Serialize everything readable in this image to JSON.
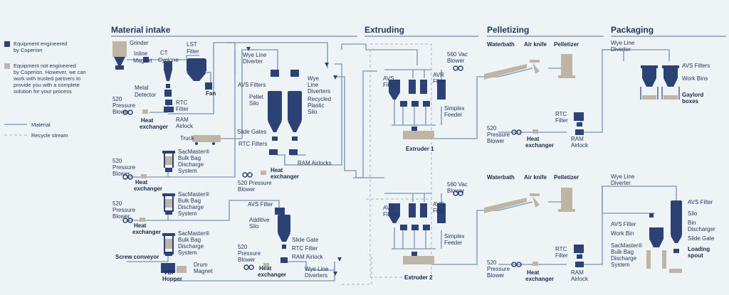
{
  "legend": {
    "coperion": [
      "Equipment engineered",
      "by Coperion"
    ],
    "partners": [
      "Equipment not engineered",
      "by Coperion. However, we can",
      "work with trusted partners to",
      "provide you with a complete",
      "solution for your process"
    ],
    "material": "Material",
    "recycle": "Recycle stream"
  },
  "sections": {
    "intake": "Material intake",
    "extruding": "Extruding",
    "pelletizing": "Pelletizing",
    "packaging": "Packaging"
  },
  "colors": {
    "coperion": "#2d4274",
    "partner": "#bfb5a6",
    "material": "#8aa3c2",
    "recycle": "#a6b4c6"
  },
  "labels": {
    "grinder": "Grinder",
    "inline_magnet": [
      "Inline",
      "Magnet"
    ],
    "ct_cyclone": [
      "CT",
      "Cyclone"
    ],
    "lst_filter": [
      "LST",
      "Filter"
    ],
    "metal_detector": [
      "Metal",
      "Detector"
    ],
    "fan": "Fan",
    "blower_520_a": [
      "520",
      "Pressure",
      "Blower"
    ],
    "rtc_filter_a": [
      "RTC",
      "Filter"
    ],
    "heat_exchanger_a": [
      "Heat",
      "exchanger"
    ],
    "ram_airlock_a": [
      "RAM",
      "Airlock"
    ],
    "truck": "Truck",
    "wye_line_diverter_a": [
      "Wye Line",
      "Diverter"
    ],
    "avs_filters_a": "AVS Filters",
    "pellet_silo": [
      "Pellet",
      "Silo"
    ],
    "wye_line_diverters_b": [
      "Wye",
      "Line",
      "Diverters"
    ],
    "recycled_silo": [
      "Recycled",
      "Plastic",
      "Silo"
    ],
    "slide_gates": "Slide Gates",
    "rtc_filters_b": "RTC Filters",
    "ram_airlocks_b": "RAM Airlocks",
    "sacmaster_1": [
      "SacMaster®",
      "Bulk Bag",
      "Discharge",
      "System"
    ],
    "blower_520_b": [
      "520",
      "Pressure",
      "Blower"
    ],
    "heat_exchanger_b": [
      "Heat",
      "exchanger"
    ],
    "heat_exchanger_c": [
      "Heat",
      "exchanger"
    ],
    "blower_520_c": [
      "520 Pressure",
      "Blower"
    ],
    "sacmaster_2": [
      "SacMaster®",
      "Bulk Bag",
      "Discharge",
      "System"
    ],
    "blower_520_d": [
      "520",
      "Pressure",
      "Blower"
    ],
    "heat_exchanger_d": [
      "Heat",
      "exchanger"
    ],
    "avs_filter_additive": "AVS Filter",
    "additive_silo": [
      "Additive",
      "Silo"
    ],
    "slide_gate_c": "Slide Gate",
    "rtc_filter_c": "RTC Filter",
    "ram_airlock_c": "RAM  Airlock",
    "sacmaster_3": [
      "SacMaster®",
      "Bulk Bag",
      "Discharge",
      "System"
    ],
    "screw_conveyor": "Screw conveyor",
    "blower_520_e": [
      "520",
      "Pressure",
      "Blower"
    ],
    "heat_exchanger_e": [
      "Heat",
      "exchanger"
    ],
    "wye_line_diverters_c": [
      "Wye Line",
      "Diverters"
    ],
    "vdp_hopper": [
      "VDP",
      "Hopper"
    ],
    "drum_magnet": [
      "Drum",
      "Magnet"
    ],
    "vac_blower_1": [
      "560 Vac",
      "Blower"
    ],
    "avs_filters_e1": [
      "AVS",
      "Filters"
    ],
    "avr_filter_e1": [
      "AVR",
      "Filter"
    ],
    "simplex_feeder_1": [
      "Simplex",
      "Feeder"
    ],
    "extruder_1": "Extruder 1",
    "vac_blower_2": [
      "560 Vac",
      "Blower"
    ],
    "avs_filters_e2": [
      "AVS",
      "Filters"
    ],
    "avr_filter_e2": [
      "AVR",
      "Filter"
    ],
    "simplex_feeder_2": [
      "Simplex",
      "Feeder"
    ],
    "extruder_2": "Extruder 2",
    "waterbath_1": "Waterbath",
    "airknife_1": "Air knife",
    "pelletizer_1": "Pelletizer",
    "blower_520_p1": [
      "520",
      "Pressure",
      "Blower"
    ],
    "rtc_filter_p1": [
      "RTC",
      "Filter"
    ],
    "heat_exchanger_p1": [
      "Heat",
      "exchanger"
    ],
    "ram_airlock_p1": [
      "RAM",
      "Airlock"
    ],
    "waterbath_2": "Waterbath",
    "airknife_2": "Air knife",
    "pelletizer_2": "Pelletizer",
    "blower_520_p2": [
      "520",
      "Pressure",
      "Blower"
    ],
    "rtc_filter_p2": [
      "RTC",
      "Filter"
    ],
    "heat_exchanger_p2": [
      "Heat",
      "exchanger"
    ],
    "ram_airlock_p2": [
      "RAM",
      "Airlock"
    ],
    "wye_line_diverter_k1": [
      "Wye Line",
      "Diverter"
    ],
    "avs_filters_k1": "AVS Filters",
    "work_bins_k1": "Work Bins",
    "gaylord_boxes": [
      "Gaylord",
      "boxes"
    ],
    "wye_line_diverter_k2": [
      "Wye Line",
      "Diverter"
    ],
    "avs_filter_k2": "AVS Filter",
    "avs_filter_k2b": "AVS Filter",
    "work_bin_k2": "Work Bin",
    "sacmaster_k2": [
      "SacMaster®",
      "Bulk Bag",
      "Discharge",
      "System"
    ],
    "silo_k2": "Silo",
    "bin_discharger": [
      "Bin",
      "Discharger"
    ],
    "slide_gate_k2": "Slide Gate",
    "loading_spout": [
      "Loading",
      "spout"
    ]
  }
}
